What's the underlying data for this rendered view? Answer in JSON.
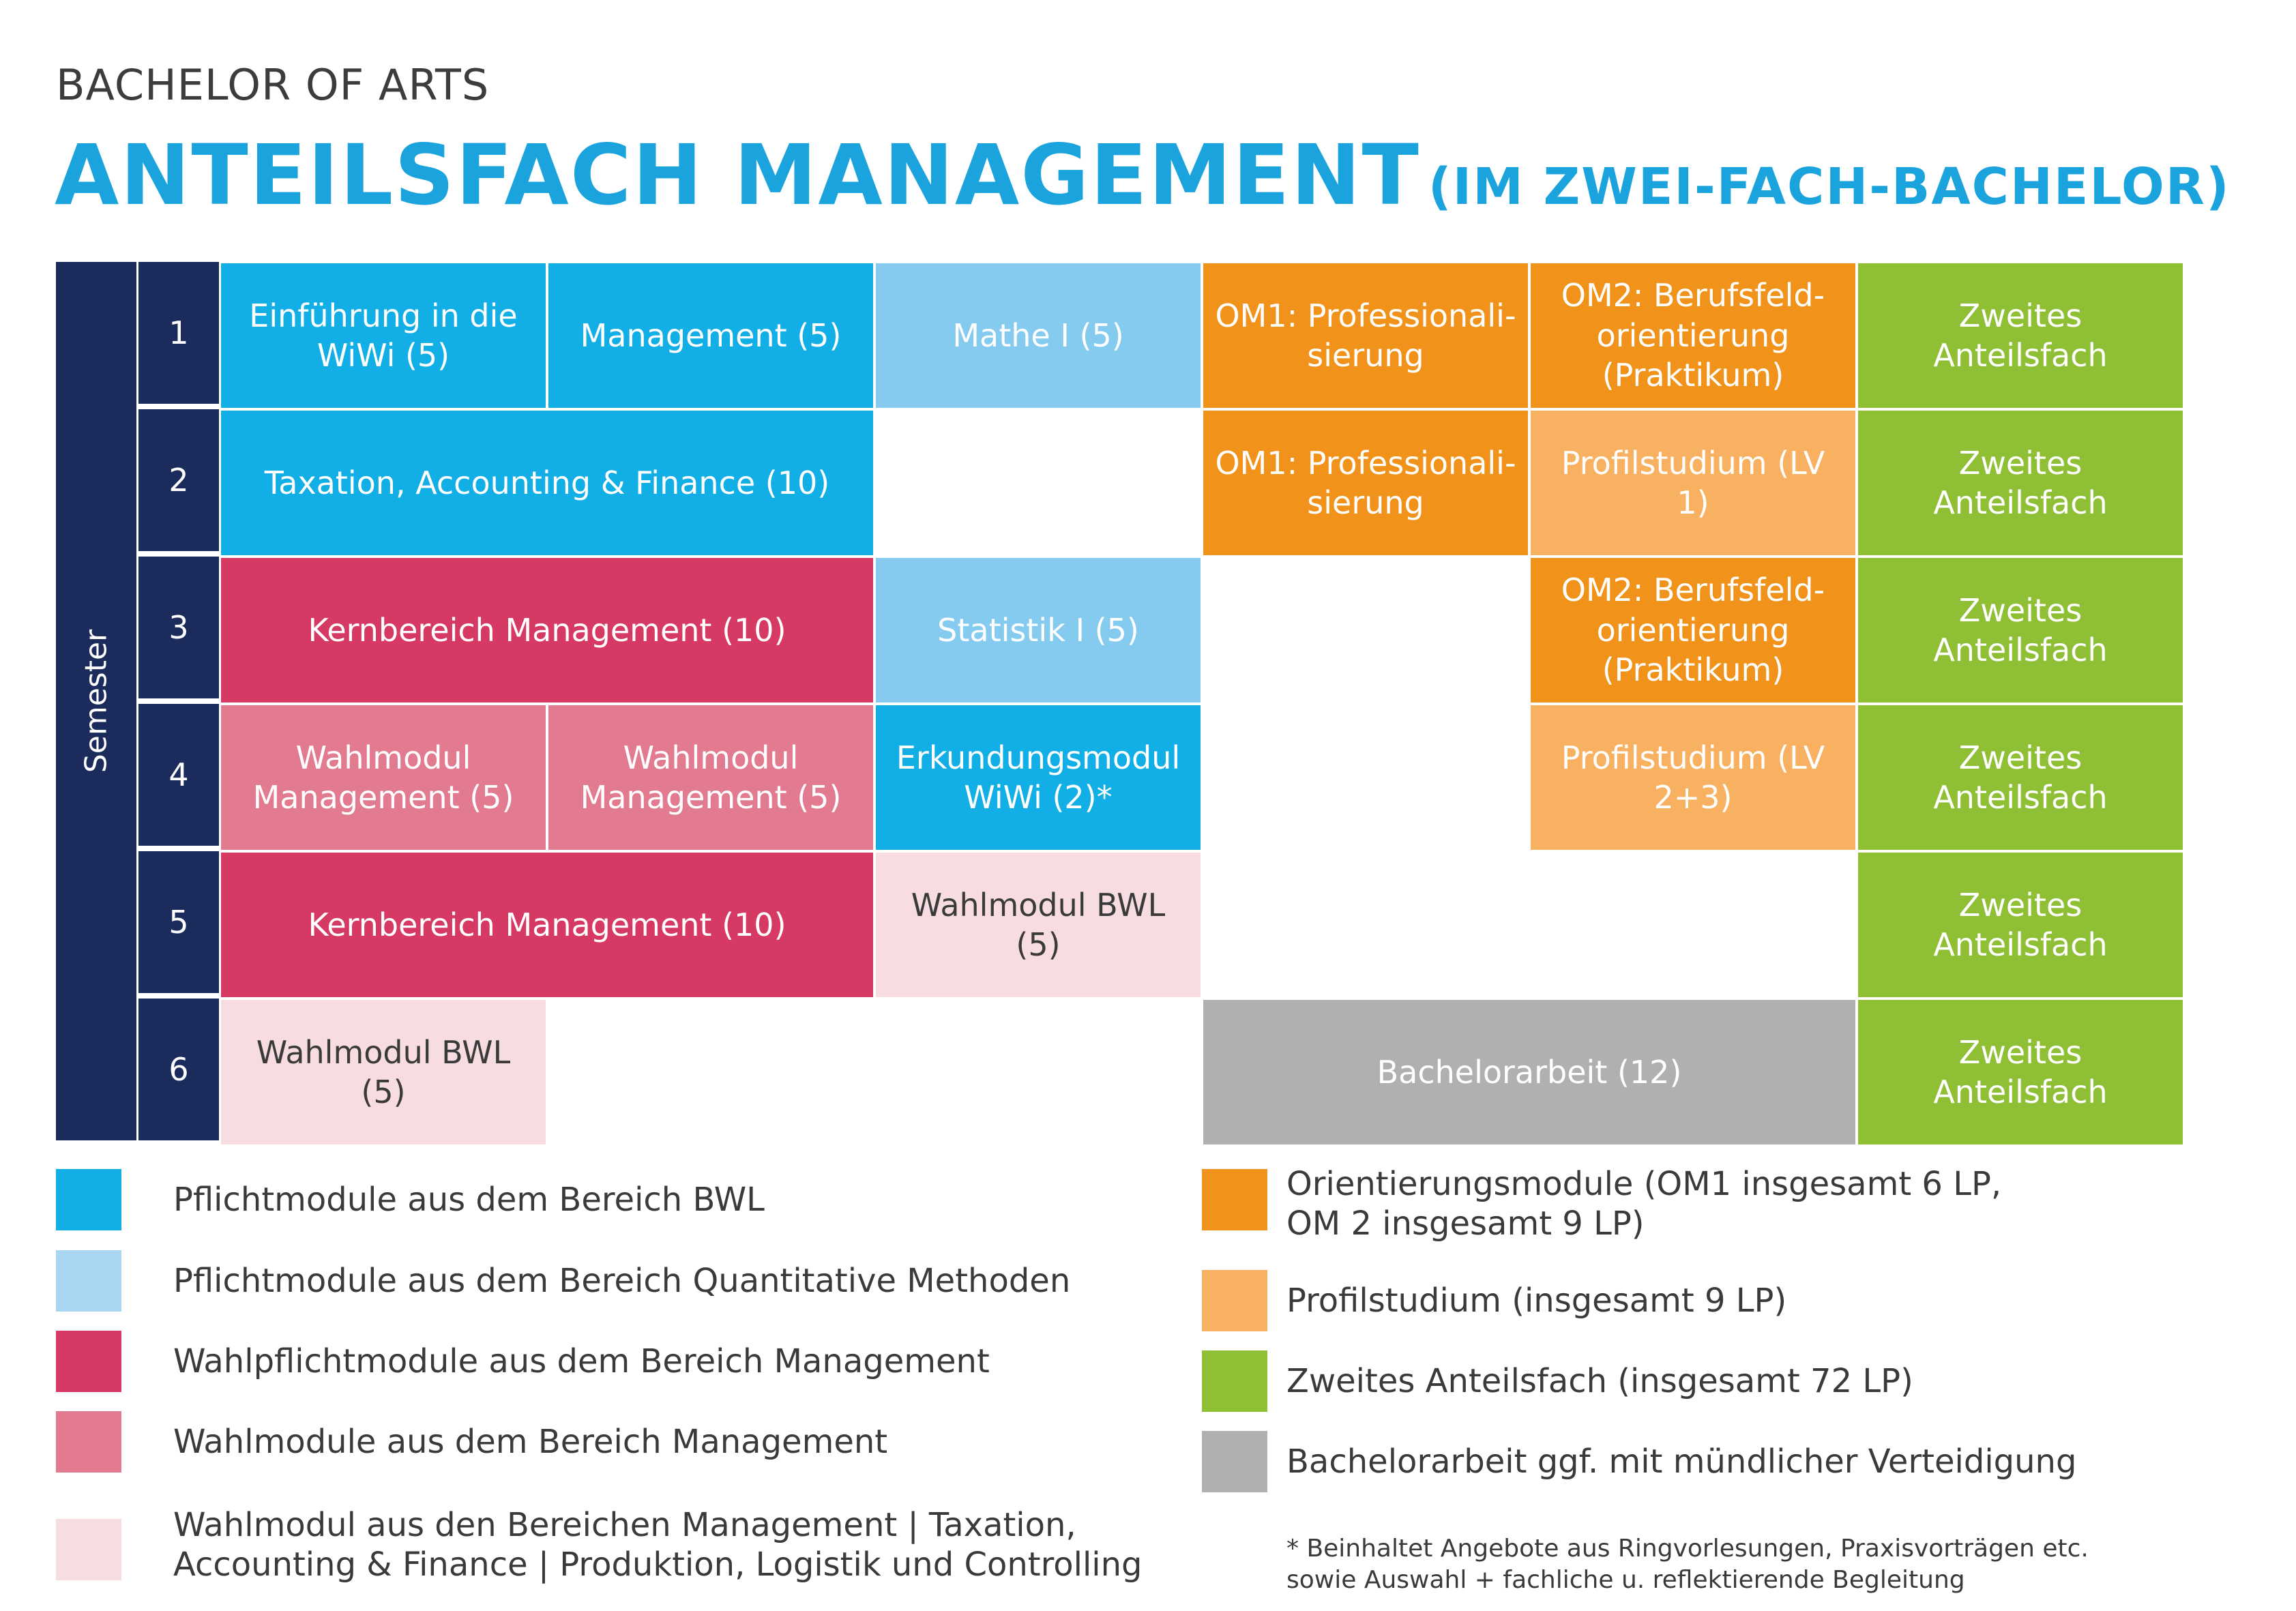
{
  "header": {
    "overline": "BACHELOR OF ARTS",
    "title": "ANTEILSFACH MANAGEMENT",
    "subtitle": "(IM ZWEI-FACH-BACHELOR)"
  },
  "grid": {
    "axis_label": "Semester",
    "semesters": [
      "1",
      "2",
      "3",
      "4",
      "5",
      "6"
    ],
    "cells": {
      "s1_einfuehrung": "Einführung in die WiWi (5)",
      "s1_management": "Management (5)",
      "s1_mathe": "Mathe I (5)",
      "s1_om1": "OM1: Professionali-sierung",
      "s1_om2": "OM2: Berufsfeld-orientierung (Praktikum)",
      "s1_zweites": "Zweites Anteilsfach",
      "s2_taxation": "Taxation, Accounting & Finance (10)",
      "s2_om1": "OM1: Professionali-sierung",
      "s2_profil": "Profilstudium (LV 1)",
      "s2_zweites": "Zweites Anteilsfach",
      "s3_kern": "Kernbereich Management (10)",
      "s3_statistik": "Statistik I (5)",
      "s3_om2": "OM2: Berufsfeld-orientierung (Praktikum)",
      "s3_zweites": "Zweites Anteilsfach",
      "s4_wahl1": "Wahlmodul Management (5)",
      "s4_wahl2": "Wahlmodul Management (5)",
      "s4_erkundung": "Erkundungsmodul WiWi (2)*",
      "s4_profil": "Profilstudium (LV 2+3)",
      "s4_zweites": "Zweites Anteilsfach",
      "s5_kern": "Kernbereich Management (10)",
      "s5_wahlbwl": "Wahlmodul BWL (5)",
      "s5_zweites": "Zweites Anteilsfach",
      "s6_wahlbwl": "Wahlmodul BWL (5)",
      "s6_bachelor": "Bachelorarbeit (12)",
      "s6_zweites": "Zweites Anteilsfach"
    }
  },
  "colors": {
    "pflicht_bwl": "#12aee6",
    "pflicht_quant": "#84cbef",
    "wahlpflicht_management": "#d63964",
    "wahl_management": "#e27a90",
    "wahl_bereiche": "#f7dde2",
    "orientierung": "#f1931b",
    "profilstudium": "#f7b160",
    "zweites_anteilsfach": "#8fbf35",
    "bachelorarbeit": "#b0b0b0",
    "semester_navy": "#1b2b5c",
    "title_blue": "#1aa3dc"
  },
  "legend": {
    "left": [
      {
        "lines": [
          "Pflichtmodule aus dem Bereich BWL"
        ]
      },
      {
        "lines": [
          "Pflichtmodule aus dem Bereich Quantitative Methoden"
        ]
      },
      {
        "lines": [
          "Wahlpflichtmodule aus dem Bereich Management"
        ]
      },
      {
        "lines": [
          "Wahlmodule aus dem Bereich Management"
        ]
      },
      {
        "lines": [
          "Wahlmodul aus den Bereichen Management | Taxation,",
          "Accounting & Finance | Produktion, Logistik und Controlling"
        ]
      }
    ],
    "right": [
      {
        "lines": [
          "Orientierungsmodule (OM1 insgesamt 6 LP,",
          "OM 2 insgesamt 9 LP)"
        ]
      },
      {
        "lines": [
          "Profilstudium (insgesamt 9 LP)"
        ]
      },
      {
        "lines": [
          "Zweites Anteilsfach (insgesamt 72 LP)"
        ]
      },
      {
        "lines": [
          "Bachelorarbeit ggf. mit mündlicher Verteidigung"
        ]
      }
    ]
  },
  "footnote": {
    "lines": [
      "* Beinhaltet Angebote aus Ringvorlesungen, Praxisvorträgen etc.",
      "sowie Auswahl + fachliche u. reflektierende Begleitung"
    ]
  }
}
